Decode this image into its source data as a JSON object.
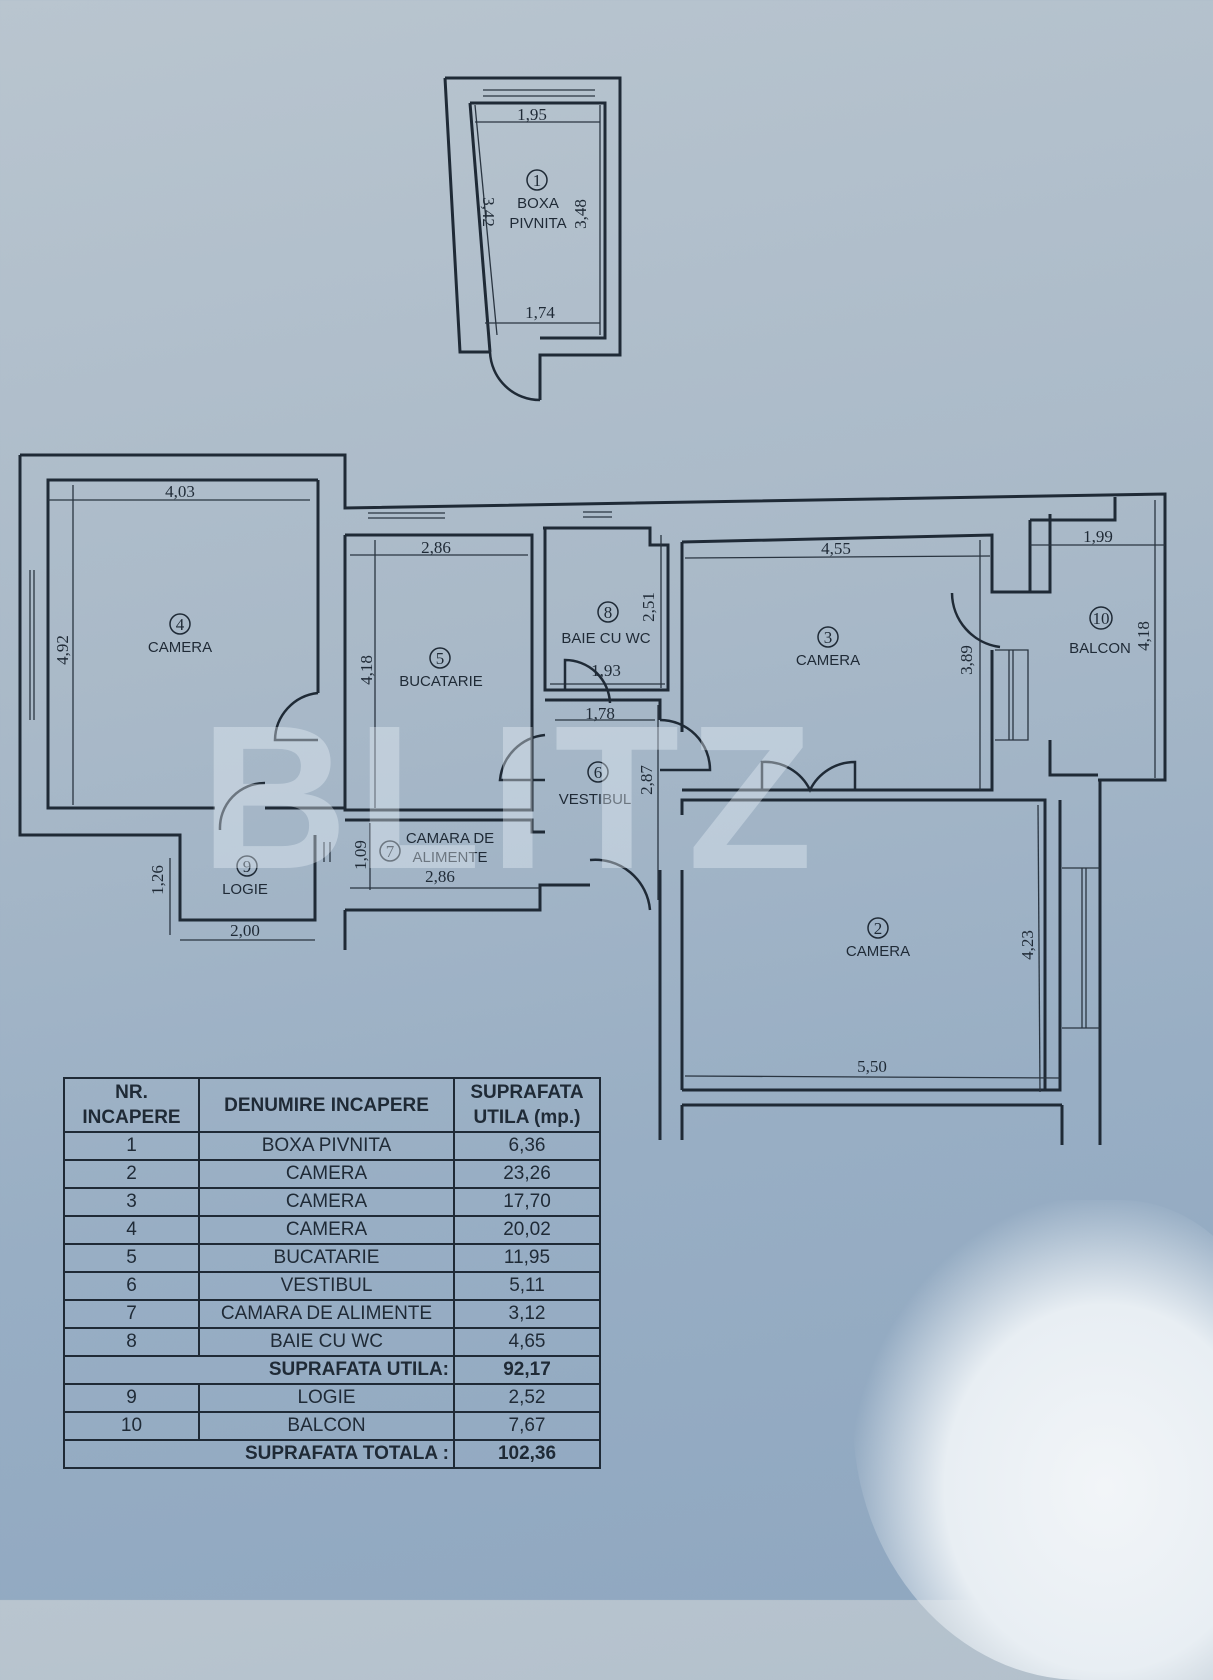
{
  "plan": {
    "rooms": [
      {
        "nr": "1",
        "name_lines": [
          "BOXA",
          "PIVNITA"
        ],
        "dims": [
          "1,95",
          "1,74",
          "3,42",
          "3,48"
        ]
      },
      {
        "nr": "2",
        "name_lines": [
          "CAMERA"
        ],
        "dims": [
          "5,50",
          "4,23"
        ]
      },
      {
        "nr": "3",
        "name_lines": [
          "CAMERA"
        ],
        "dims": [
          "4,55",
          "3,89"
        ]
      },
      {
        "nr": "4",
        "name_lines": [
          "CAMERA"
        ],
        "dims": [
          "4,03",
          "4,92"
        ]
      },
      {
        "nr": "5",
        "name_lines": [
          "BUCATARIE"
        ],
        "dims": [
          "2,86",
          "4,18"
        ]
      },
      {
        "nr": "6",
        "name_lines": [
          "VESTIBUL"
        ],
        "dims": [
          "1,78",
          "2,87"
        ]
      },
      {
        "nr": "7",
        "name_lines": [
          "CAMARA DE",
          "ALIMENTE"
        ],
        "dims": [
          "2,86",
          "1,09"
        ]
      },
      {
        "nr": "8",
        "name_lines": [
          "BAIE CU WC"
        ],
        "dims": [
          "1,93",
          "2,51"
        ]
      },
      {
        "nr": "9",
        "name_lines": [
          "LOGIE"
        ],
        "dims": [
          "2,00",
          "1,26"
        ]
      },
      {
        "nr": "10",
        "name_lines": [
          "BALCON"
        ],
        "dims": [
          "1,99",
          "4,18"
        ]
      }
    ]
  },
  "watermark": "BLITZ",
  "table": {
    "headers": {
      "nr": "NR. INCAPERE",
      "nr_l1": "NR.",
      "nr_l2": "INCAPERE",
      "name": "DENUMIRE INCAPERE",
      "area_l1": "SUPRAFATA",
      "area_l2": "UTILA  (mp.)"
    },
    "rows": [
      {
        "nr": "1",
        "name": "BOXA PIVNITA",
        "area": "6,36"
      },
      {
        "nr": "2",
        "name": "CAMERA",
        "area": "23,26"
      },
      {
        "nr": "3",
        "name": "CAMERA",
        "area": "17,70"
      },
      {
        "nr": "4",
        "name": "CAMERA",
        "area": "20,02"
      },
      {
        "nr": "5",
        "name": "BUCATARIE",
        "area": "11,95"
      },
      {
        "nr": "6",
        "name": "VESTIBUL",
        "area": "5,11"
      },
      {
        "nr": "7",
        "name": "CAMARA DE ALIMENTE",
        "area": "3,12"
      },
      {
        "nr": "8",
        "name": "BAIE CU WC",
        "area": "4,65"
      }
    ],
    "subtotal": {
      "label": "SUPRAFATA UTILA:",
      "value": "92,17"
    },
    "extra_rows": [
      {
        "nr": "9",
        "name": "LOGIE",
        "area": "2,52"
      },
      {
        "nr": "10",
        "name": "BALCON",
        "area": "7,67"
      }
    ],
    "total": {
      "label": "SUPRAFATA TOTALA :",
      "value": "102,36"
    }
  }
}
